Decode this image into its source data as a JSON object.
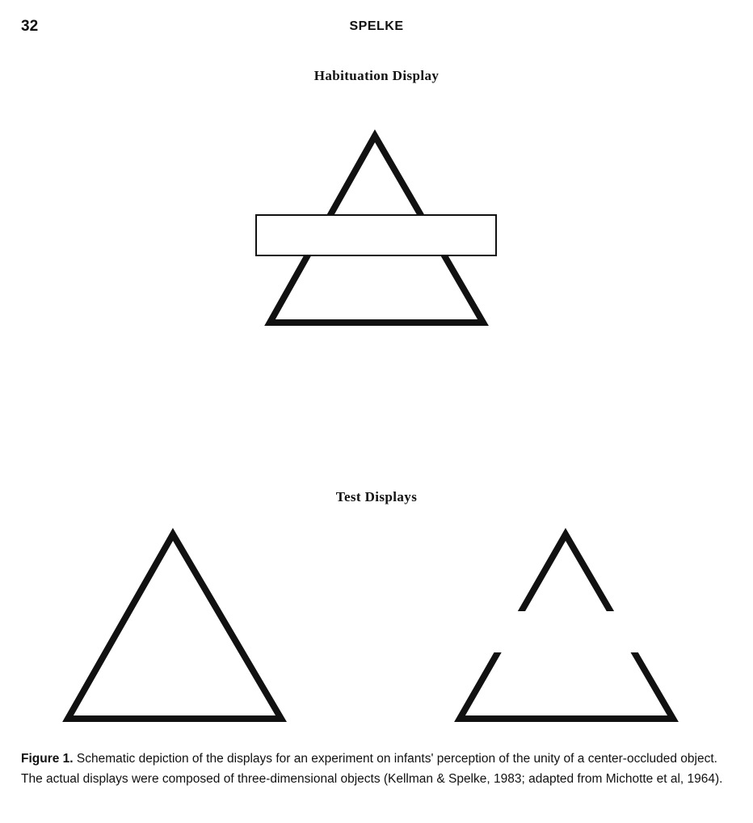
{
  "header": {
    "page_number": "32",
    "running_head": "SPELKE"
  },
  "figure": {
    "habituation_title": "Habituation Display",
    "test_title": "Test Displays",
    "panels": [
      {
        "id": "habituation",
        "shape": "triangle",
        "occluder": "rectangle"
      },
      {
        "id": "test-complete",
        "shape": "triangle"
      },
      {
        "id": "test-broken",
        "shape": "triangle",
        "gap": "center"
      }
    ],
    "colors": {
      "stroke": "#111111",
      "background": "#ffffff"
    }
  },
  "caption": {
    "label": "Figure 1.",
    "text": " Schematic depiction of the displays for an experiment on infants' perception of the unity of a center-occluded object. The actual displays were composed of three-dimensional objects (Kellman & Spelke, 1983; adapted from Michotte et al, 1964)."
  }
}
